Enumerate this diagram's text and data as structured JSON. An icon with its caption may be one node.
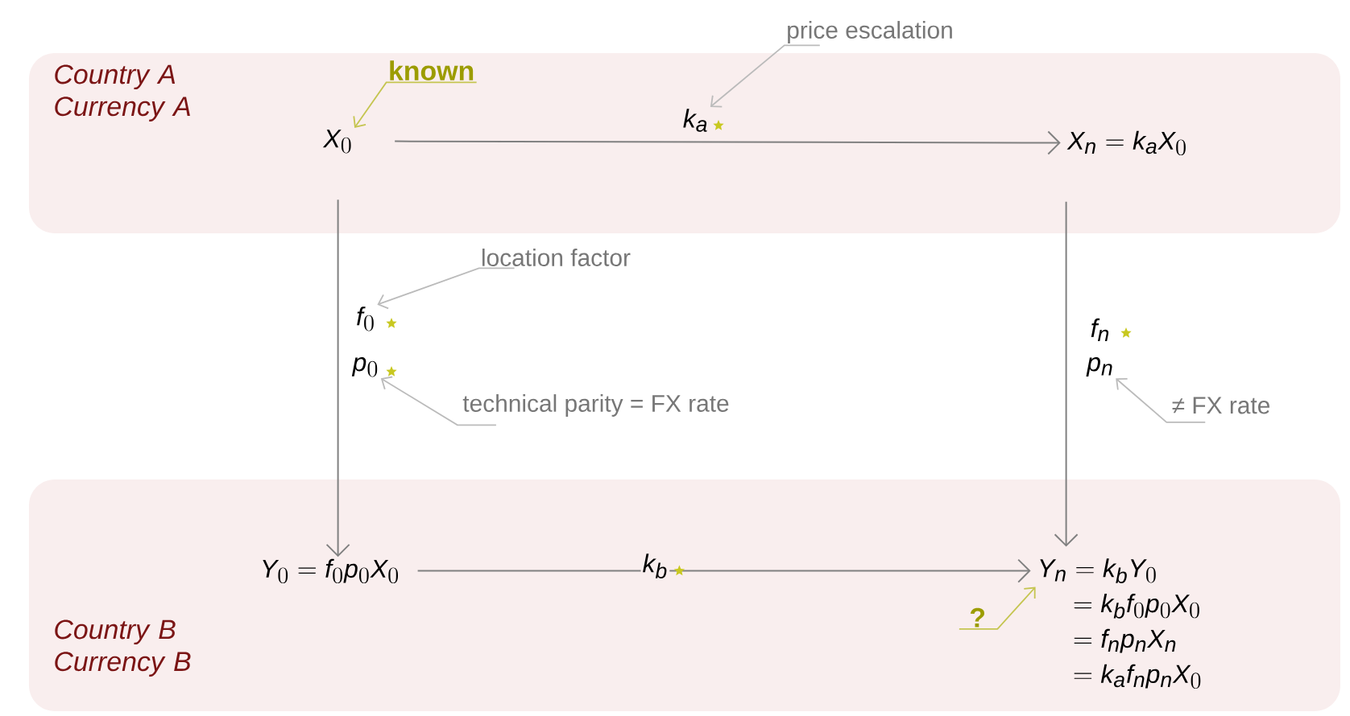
{
  "diagram": {
    "nodes": [
      {
        "text": [
          "Country A Currency A"
        ]
      },
      {
        "text": [
          "X_0"
        ],
        "in": 0
      },
      {
        "text": [
          "k_a"
        ],
        "in": 0
      },
      {
        "text": [
          "X_n = k_a X_0"
        ],
        "in": 0
      },
      {
        "text": [
          "f_0"
        ]
      },
      {
        "text": [
          "p_0"
        ]
      },
      {
        "text": [
          "f_n"
        ]
      },
      {
        "text": [
          "p_n"
        ]
      },
      {
        "text": [
          "Country B Currency B"
        ]
      },
      {
        "text": [
          "Y_0 = f_0 p_0 X_0"
        ],
        "in": 8
      },
      {
        "text": [
          "Y_n = k_b Y_0",
          "= k_b f_0 p_0 X_0",
          "= f_n p_n X_n",
          "= k_a f_n p_n X_0"
        ],
        "in": 8
      },
      {
        "text": [
          "known"
        ],
        "in": 0
      },
      {
        "text": [
          "price escalation"
        ]
      },
      {
        "text": [
          "location factor"
        ]
      },
      {
        "text": [
          "technical parity = FX rate"
        ]
      },
      {
        "text": [
          "≠ FX rate"
        ]
      },
      {
        "text": [
          "?"
        ],
        "in": 8
      }
    ],
    "edges": [
      {
        "from": 1,
        "to": 3,
        "arrow": "to"
      },
      {
        "from": 1,
        "to": 9,
        "arrow": "to"
      },
      {
        "from": 3,
        "to": 10,
        "arrow": "to"
      },
      {
        "from": 9,
        "to": 10,
        "arrow": "to",
        "label": "k_b"
      },
      {
        "from": 11,
        "to": 1,
        "arrow": "to",
        "color": "#c5c550"
      },
      {
        "from": 12,
        "to": 2,
        "arrow": "to",
        "color": "#bbbbbb"
      },
      {
        "from": 13,
        "to": 4,
        "arrow": "to",
        "color": "#bbbbbb"
      },
      {
        "from": 14,
        "to": 5,
        "arrow": "to",
        "color": "#bbbbbb"
      },
      {
        "from": 15,
        "to": 7,
        "arrow": "to",
        "color": "#bbbbbb"
      },
      {
        "from": 16,
        "to": 10,
        "arrow": "to",
        "color": "#c5c550"
      }
    ]
  }
}
